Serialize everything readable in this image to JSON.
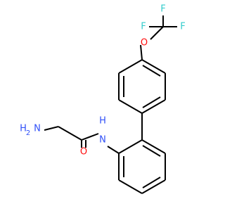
{
  "molecule": {
    "atom_labels": {
      "F_top": "F",
      "F_left": "F",
      "F_right": "F",
      "O": "O",
      "N_H": "H",
      "N": "N",
      "NH2_N": "N",
      "NH2_H": "H",
      "NH2_sub": "2",
      "O_carbonyl": "O"
    },
    "colors": {
      "bond": "#000000",
      "fluorine": "#33CCCC",
      "oxygen": "#FF0D0D",
      "nitrogen": "#3050F8"
    }
  }
}
